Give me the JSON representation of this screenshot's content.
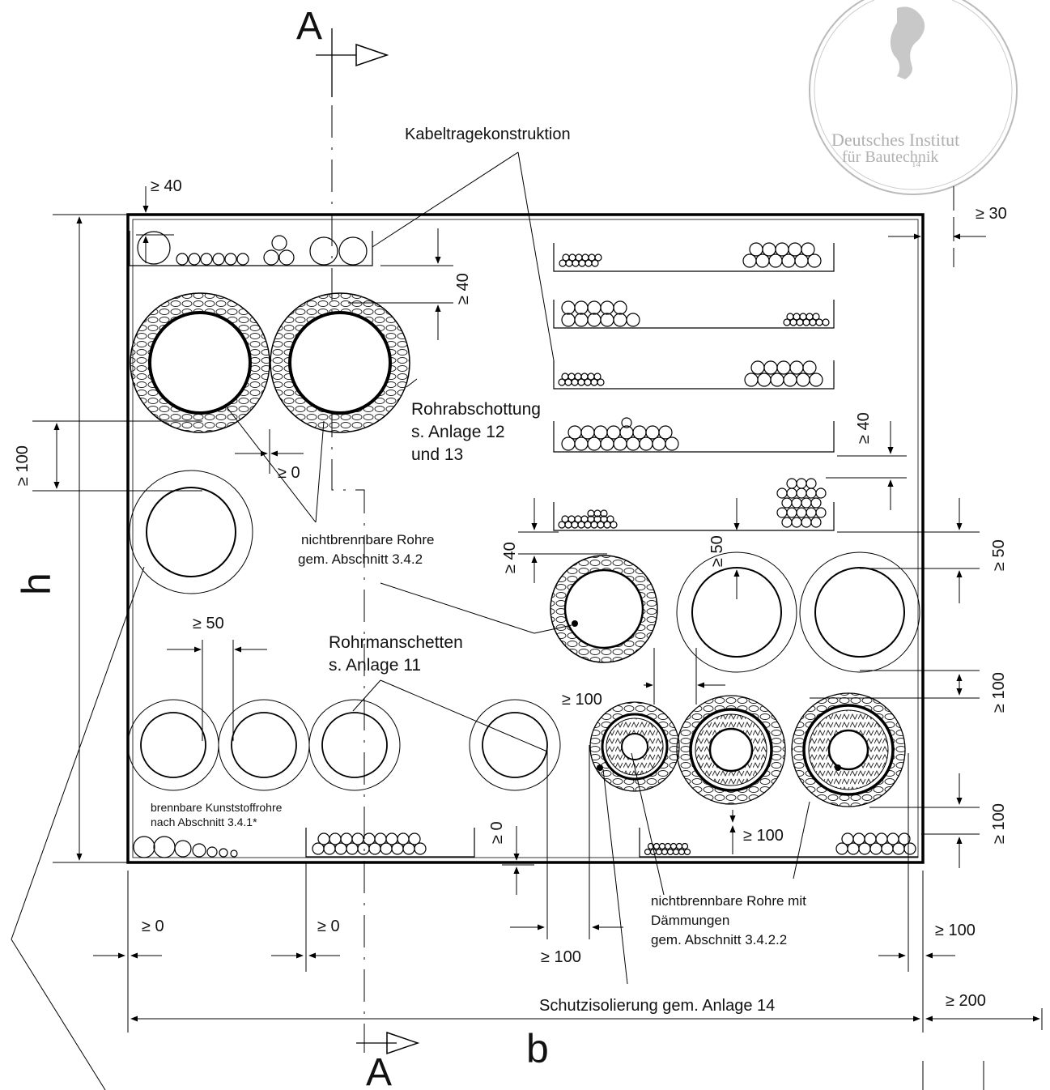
{
  "section_markers": {
    "top": "A",
    "bottom": "A"
  },
  "dimensions": {
    "height": "h",
    "width": "b"
  },
  "labels": {
    "kabeltrage": "Kabeltragekonstruktion",
    "rohrabschottung_1": "Rohrabschottung",
    "rohrabschottung_2": "s. Anlage 12",
    "rohrabschottung_3": "und 13",
    "nichtbrennbar_1": "nichtbrennbare Rohre",
    "nichtbrennbar_2": "gem. Abschnitt 3.4.2",
    "rohrmanschetten_1": "Rohrmanschetten",
    "rohrmanschetten_2": "s. Anlage 11",
    "brennbar_1": "brennbare Kunststoffrohre",
    "brennbar_2": "nach Abschnitt 3.4.1*",
    "daemmung_1": "nichtbrennbare Rohre mit",
    "daemmung_2": "Dämmungen",
    "daemmung_3": "gem. Abschnitt 3.4.2.2",
    "schutz": "Schutzisolierung gem. Anlage 14"
  },
  "dims": {
    "d40_top": "≥ 40",
    "d30": "≥ 30",
    "d40_tray": "≥ 40",
    "d40_right": "≥ 40",
    "d100_left": "≥ 100",
    "d0_pipes": "≥ 0",
    "d40_mid": "≥ 40",
    "d50_mid": "≥ 50",
    "d50_right": "≥ 50",
    "d50_left": "≥ 50",
    "d100_mid": "≥ 100",
    "d100_right_mid": "≥ 100",
    "d0_bottom": "≥ 0",
    "d100_bottom_mid": "≥ 100",
    "d100_right_low": "≥ 100",
    "d0_b1": "≥ 0",
    "d0_b2": "≥ 0",
    "d100_b3": "≥ 100",
    "d100_b4": "≥ 100",
    "d200": "≥ 200"
  },
  "stamp": {
    "line1": "Deutsches Institut",
    "line2": "für Bautechnik",
    "number": "14"
  }
}
